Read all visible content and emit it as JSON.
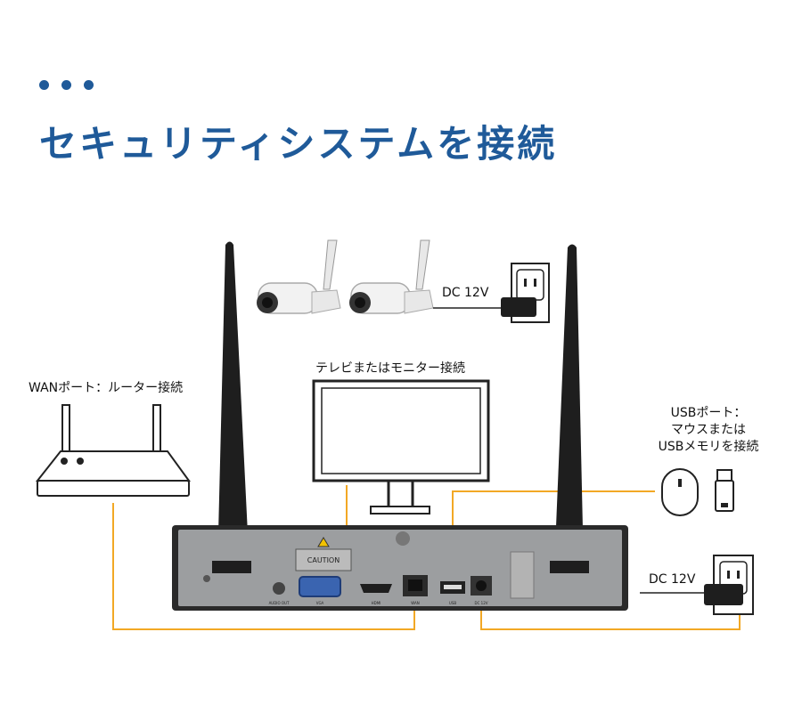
{
  "title": "セキュリティシステムを接続",
  "labels": {
    "wan_port": "WANポート：ルーター接続",
    "monitor": "テレビまたはモニター接続",
    "usb_line1": "USBポート：",
    "usb_line2": "マウスまたは",
    "usb_line3": "USBメモリを接続",
    "camera_power": "DC 12V",
    "nvr_power": "DC 12V"
  },
  "panel": {
    "caution": "CAUTION",
    "vga": "VGA",
    "wan": "WAN",
    "usb": "USB",
    "dc": "DC 12V",
    "audio": "AUDIO OUT",
    "hdmi": "HDMI"
  },
  "colors": {
    "title": "#1f5a99",
    "connector_line": "#f2a825",
    "device_body": "#1e1e1e",
    "panel": "#9c9ea0"
  },
  "icons": [
    "ellipsis-dots-icon",
    "antenna-icon",
    "camera-icon",
    "power-outlet-icon",
    "power-adapter-icon",
    "router-icon",
    "monitor-icon",
    "mouse-icon",
    "usb-stick-icon"
  ]
}
